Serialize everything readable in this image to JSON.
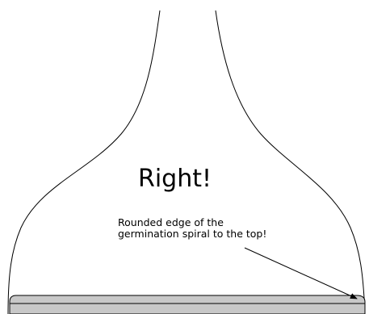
{
  "diagram": {
    "title": "Right!",
    "note_line1": "Rounded edge of the",
    "note_line2": "germination spiral to the top!",
    "colors": {
      "line": "#000000",
      "spiral_fill": "#c8c8c8",
      "background": "#ffffff"
    }
  }
}
